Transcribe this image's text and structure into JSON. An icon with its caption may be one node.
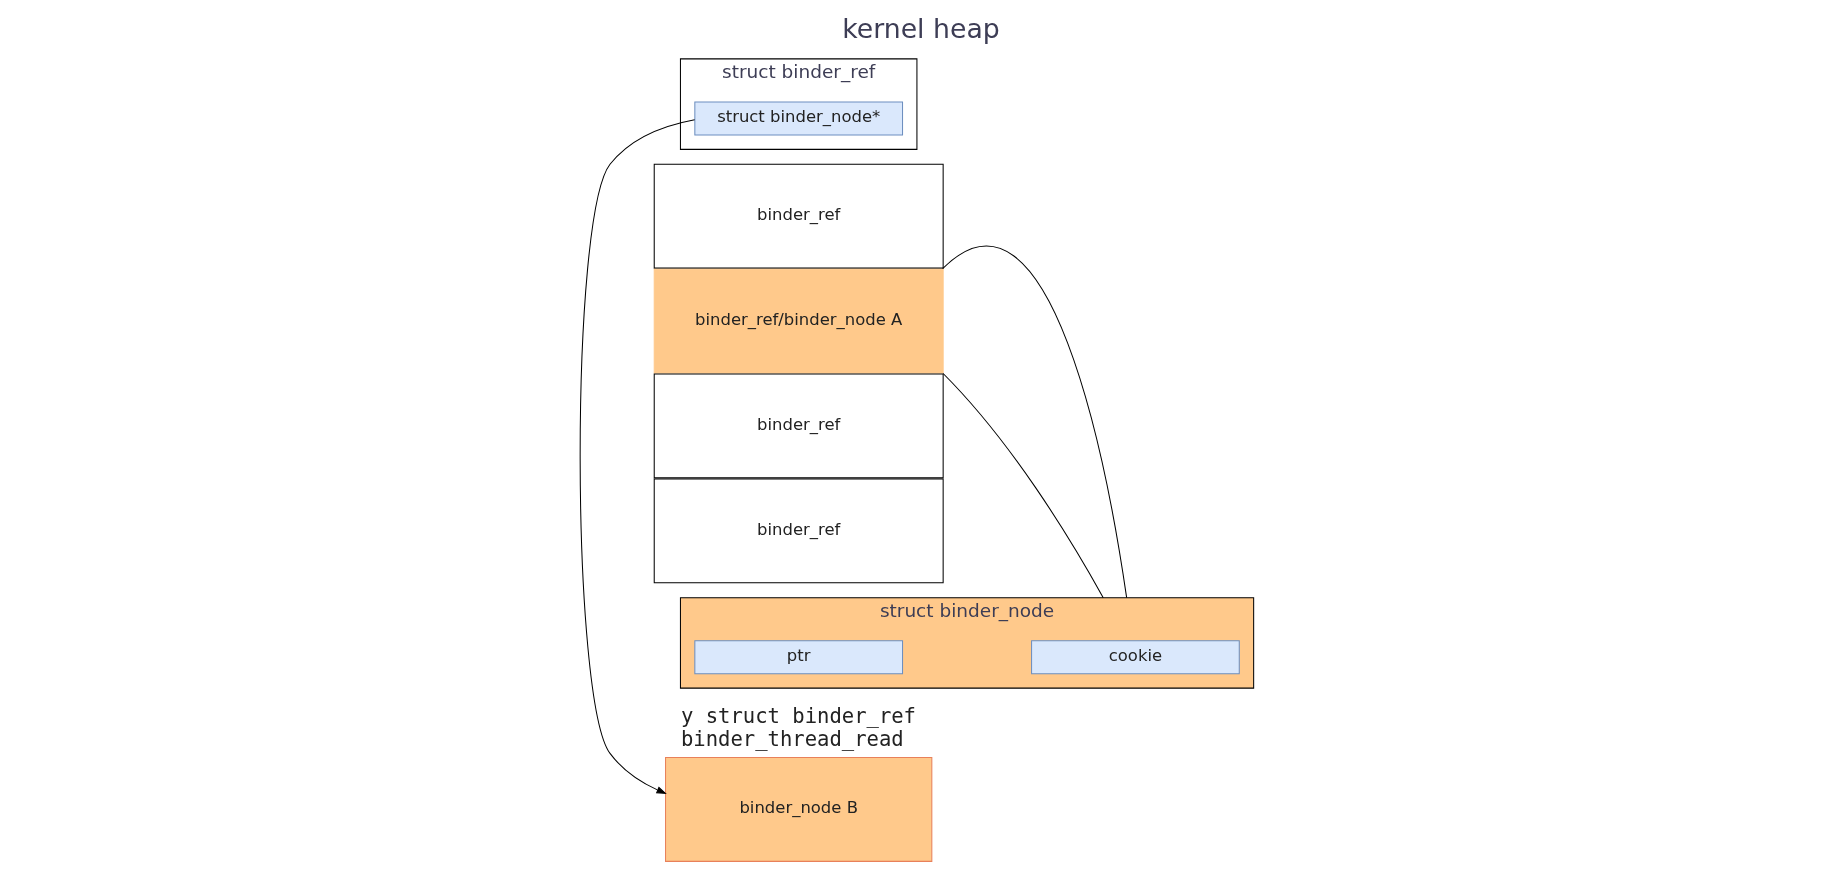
{
  "diagram": {
    "title": "kernel heap",
    "nodes": [
      {
        "text": [
          "binder_node B"
        ]
      },
      {
        "text": [
          "binder_ref"
        ]
      },
      {
        "text": [
          "binder_ref/binder_node A"
        ]
      },
      {
        "text": [
          "binder_ref"
        ]
      },
      {
        "text": [
          "binder_ref"
        ]
      },
      {
        "text": [
          "struct binder_node"
        ]
      },
      {
        "text": [
          "ptr"
        ],
        "in": 5
      },
      {
        "text": [
          "cookie"
        ],
        "in": 5
      },
      {
        "text": [
          "struct binder_ref"
        ]
      },
      {
        "text": [
          "struct binder_node*"
        ],
        "in": 8
      }
    ],
    "edges": [
      {
        "from": 2,
        "to": 5,
        "arrow": "none"
      },
      {
        "from": 2,
        "to": 5,
        "arrow": "none"
      },
      {
        "from": 9,
        "to": 0,
        "arrow": "to"
      }
    ],
    "labels": [
      "y struct binder_ref",
      "binder_thread_read"
    ]
  }
}
